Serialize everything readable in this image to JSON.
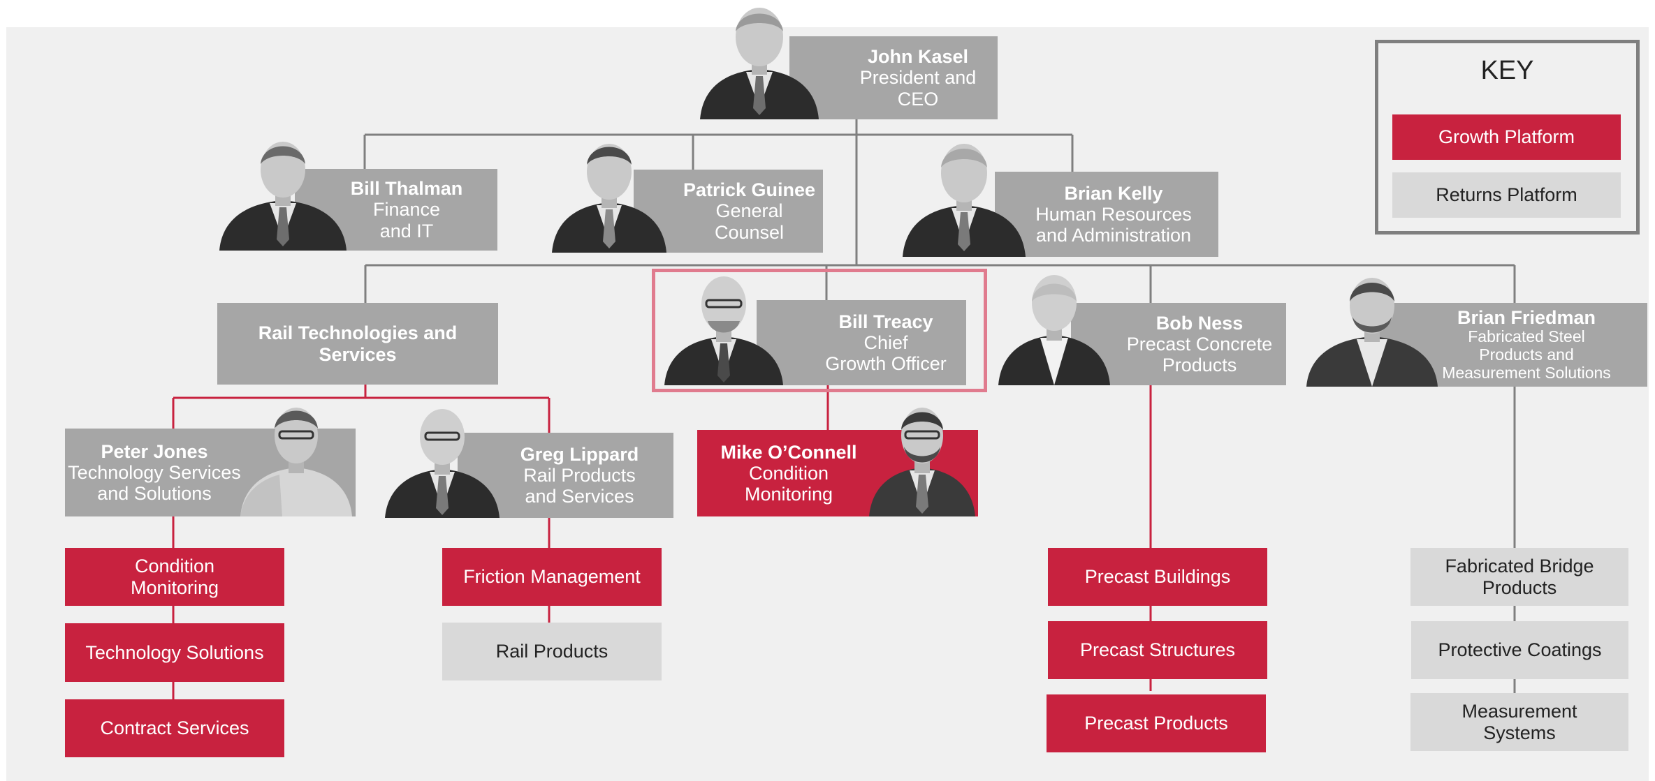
{
  "colors": {
    "growth": "#c8223f",
    "returns": "#d9d9d9",
    "exec_box": "#a6a6a6",
    "panel": "#f0f0f0",
    "gray_line": "#7f7f7f",
    "red_line": "#c8223f"
  },
  "key": {
    "title": "KEY",
    "growth_label": "Growth Platform",
    "returns_label": "Returns Platform"
  },
  "executives": {
    "kasel": {
      "name": "John Kasel",
      "line1": "President and",
      "line2": "CEO"
    },
    "thalman": {
      "name": "Bill Thalman",
      "line1": "Finance",
      "line2": "and IT"
    },
    "guinee": {
      "name": "Patrick Guinee",
      "line1": "General",
      "line2": "Counsel"
    },
    "kelly": {
      "name": "Brian Kelly",
      "line1": "Human Resources",
      "line2": "and Administration"
    },
    "treacy": {
      "name": "Bill Treacy",
      "line1": "Chief",
      "line2": "Growth Officer"
    },
    "ness": {
      "name": "Bob Ness",
      "line1": "Precast Concrete",
      "line2": "Products"
    },
    "friedman": {
      "name": "Brian Friedman",
      "line1": "Fabricated Steel",
      "line2": "Products and",
      "line3": "Measurement Solutions"
    },
    "jones": {
      "name": "Peter Jones",
      "line1": "Technology Services",
      "line2": "and Solutions"
    },
    "lippard": {
      "name": "Greg Lippard",
      "line1": "Rail Products",
      "line2": "and Services"
    },
    "oconnell": {
      "name": "Mike O’Connell",
      "line1": "Condition",
      "line2": "Monitoring"
    }
  },
  "segment": {
    "rail_line1": "Rail Technologies and",
    "rail_line2": "Services"
  },
  "units": {
    "condition_monitoring": {
      "line1": "Condition",
      "line2": "Monitoring",
      "platform": "growth"
    },
    "technology_solutions": {
      "line1": "Technology Solutions",
      "platform": "growth"
    },
    "contract_services": {
      "line1": "Contract Services",
      "platform": "growth"
    },
    "friction_management": {
      "line1": "Friction Management",
      "platform": "growth"
    },
    "rail_products": {
      "line1": "Rail Products",
      "platform": "returns"
    },
    "precast_buildings": {
      "line1": "Precast Buildings",
      "platform": "growth"
    },
    "precast_structures": {
      "line1": "Precast Structures",
      "platform": "growth"
    },
    "precast_products": {
      "line1": "Precast Products",
      "platform": "growth"
    },
    "fabricated_bridge": {
      "line1": "Fabricated Bridge",
      "line2": "Products",
      "platform": "returns"
    },
    "protective_coatings": {
      "line1": "Protective Coatings",
      "platform": "returns"
    },
    "measurement_systems": {
      "line1": "Measurement",
      "line2": "Systems",
      "platform": "returns"
    }
  }
}
